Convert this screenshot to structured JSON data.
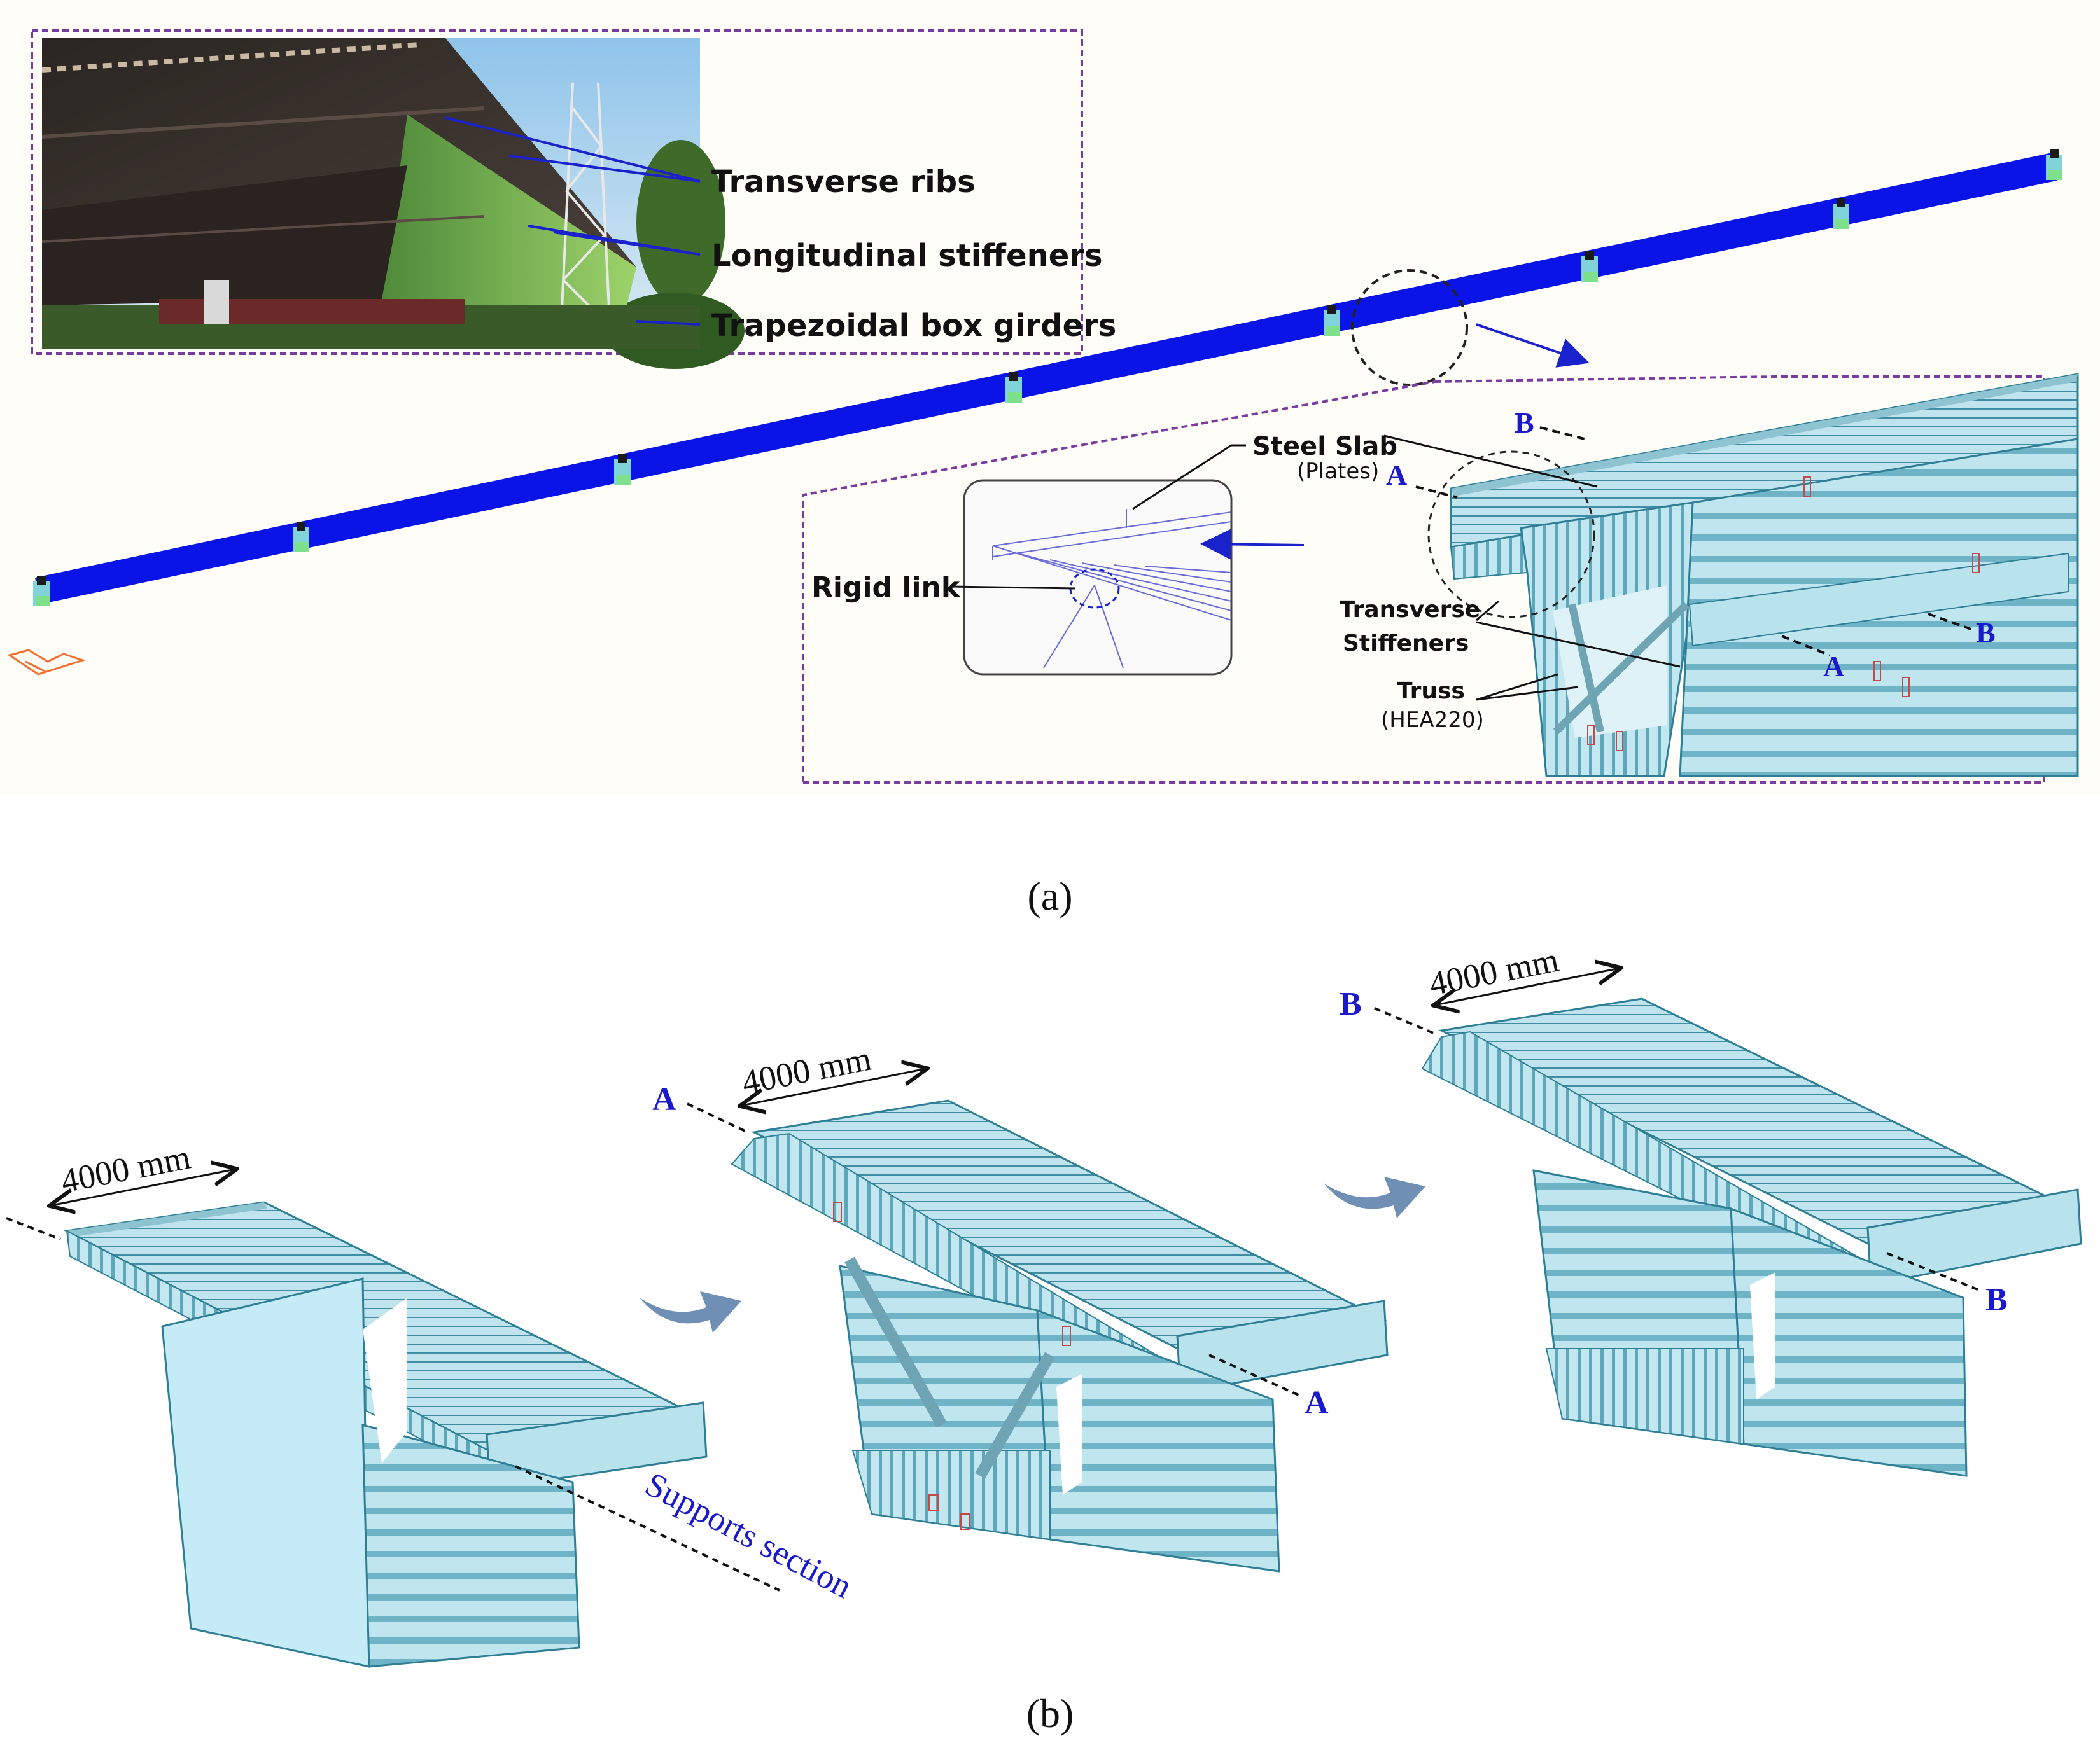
{
  "photo_callouts": {
    "transverse_ribs": "Transverse ribs",
    "longitudinal_stiffeners": "Longitudinal stiffeners",
    "box_girders": "Trapezoidal box girders"
  },
  "model_callouts": {
    "steel_slab": "Steel Slab",
    "plates": "(Plates)",
    "rigid_link": "Rigid link",
    "transverse": "Transverse",
    "stiffeners": "Stiffeners",
    "truss": "Truss",
    "truss_section": "(HEA220)"
  },
  "section_marks": {
    "a": "A",
    "b": "B"
  },
  "panel_b": {
    "dim_1": "4000 mm",
    "dim_2": "4000 mm",
    "dim_3": "4000 mm",
    "supports_section": "Supports section"
  },
  "captions": {
    "a": "(a)",
    "b": "(b)"
  },
  "colors": {
    "girder_blue": "#0a14e6",
    "steel_cyan": "#b7e3ee",
    "callout_line": "#1a22cc",
    "frame_purple": "#7a3b9e",
    "letter_blue": "#1a1acc"
  }
}
